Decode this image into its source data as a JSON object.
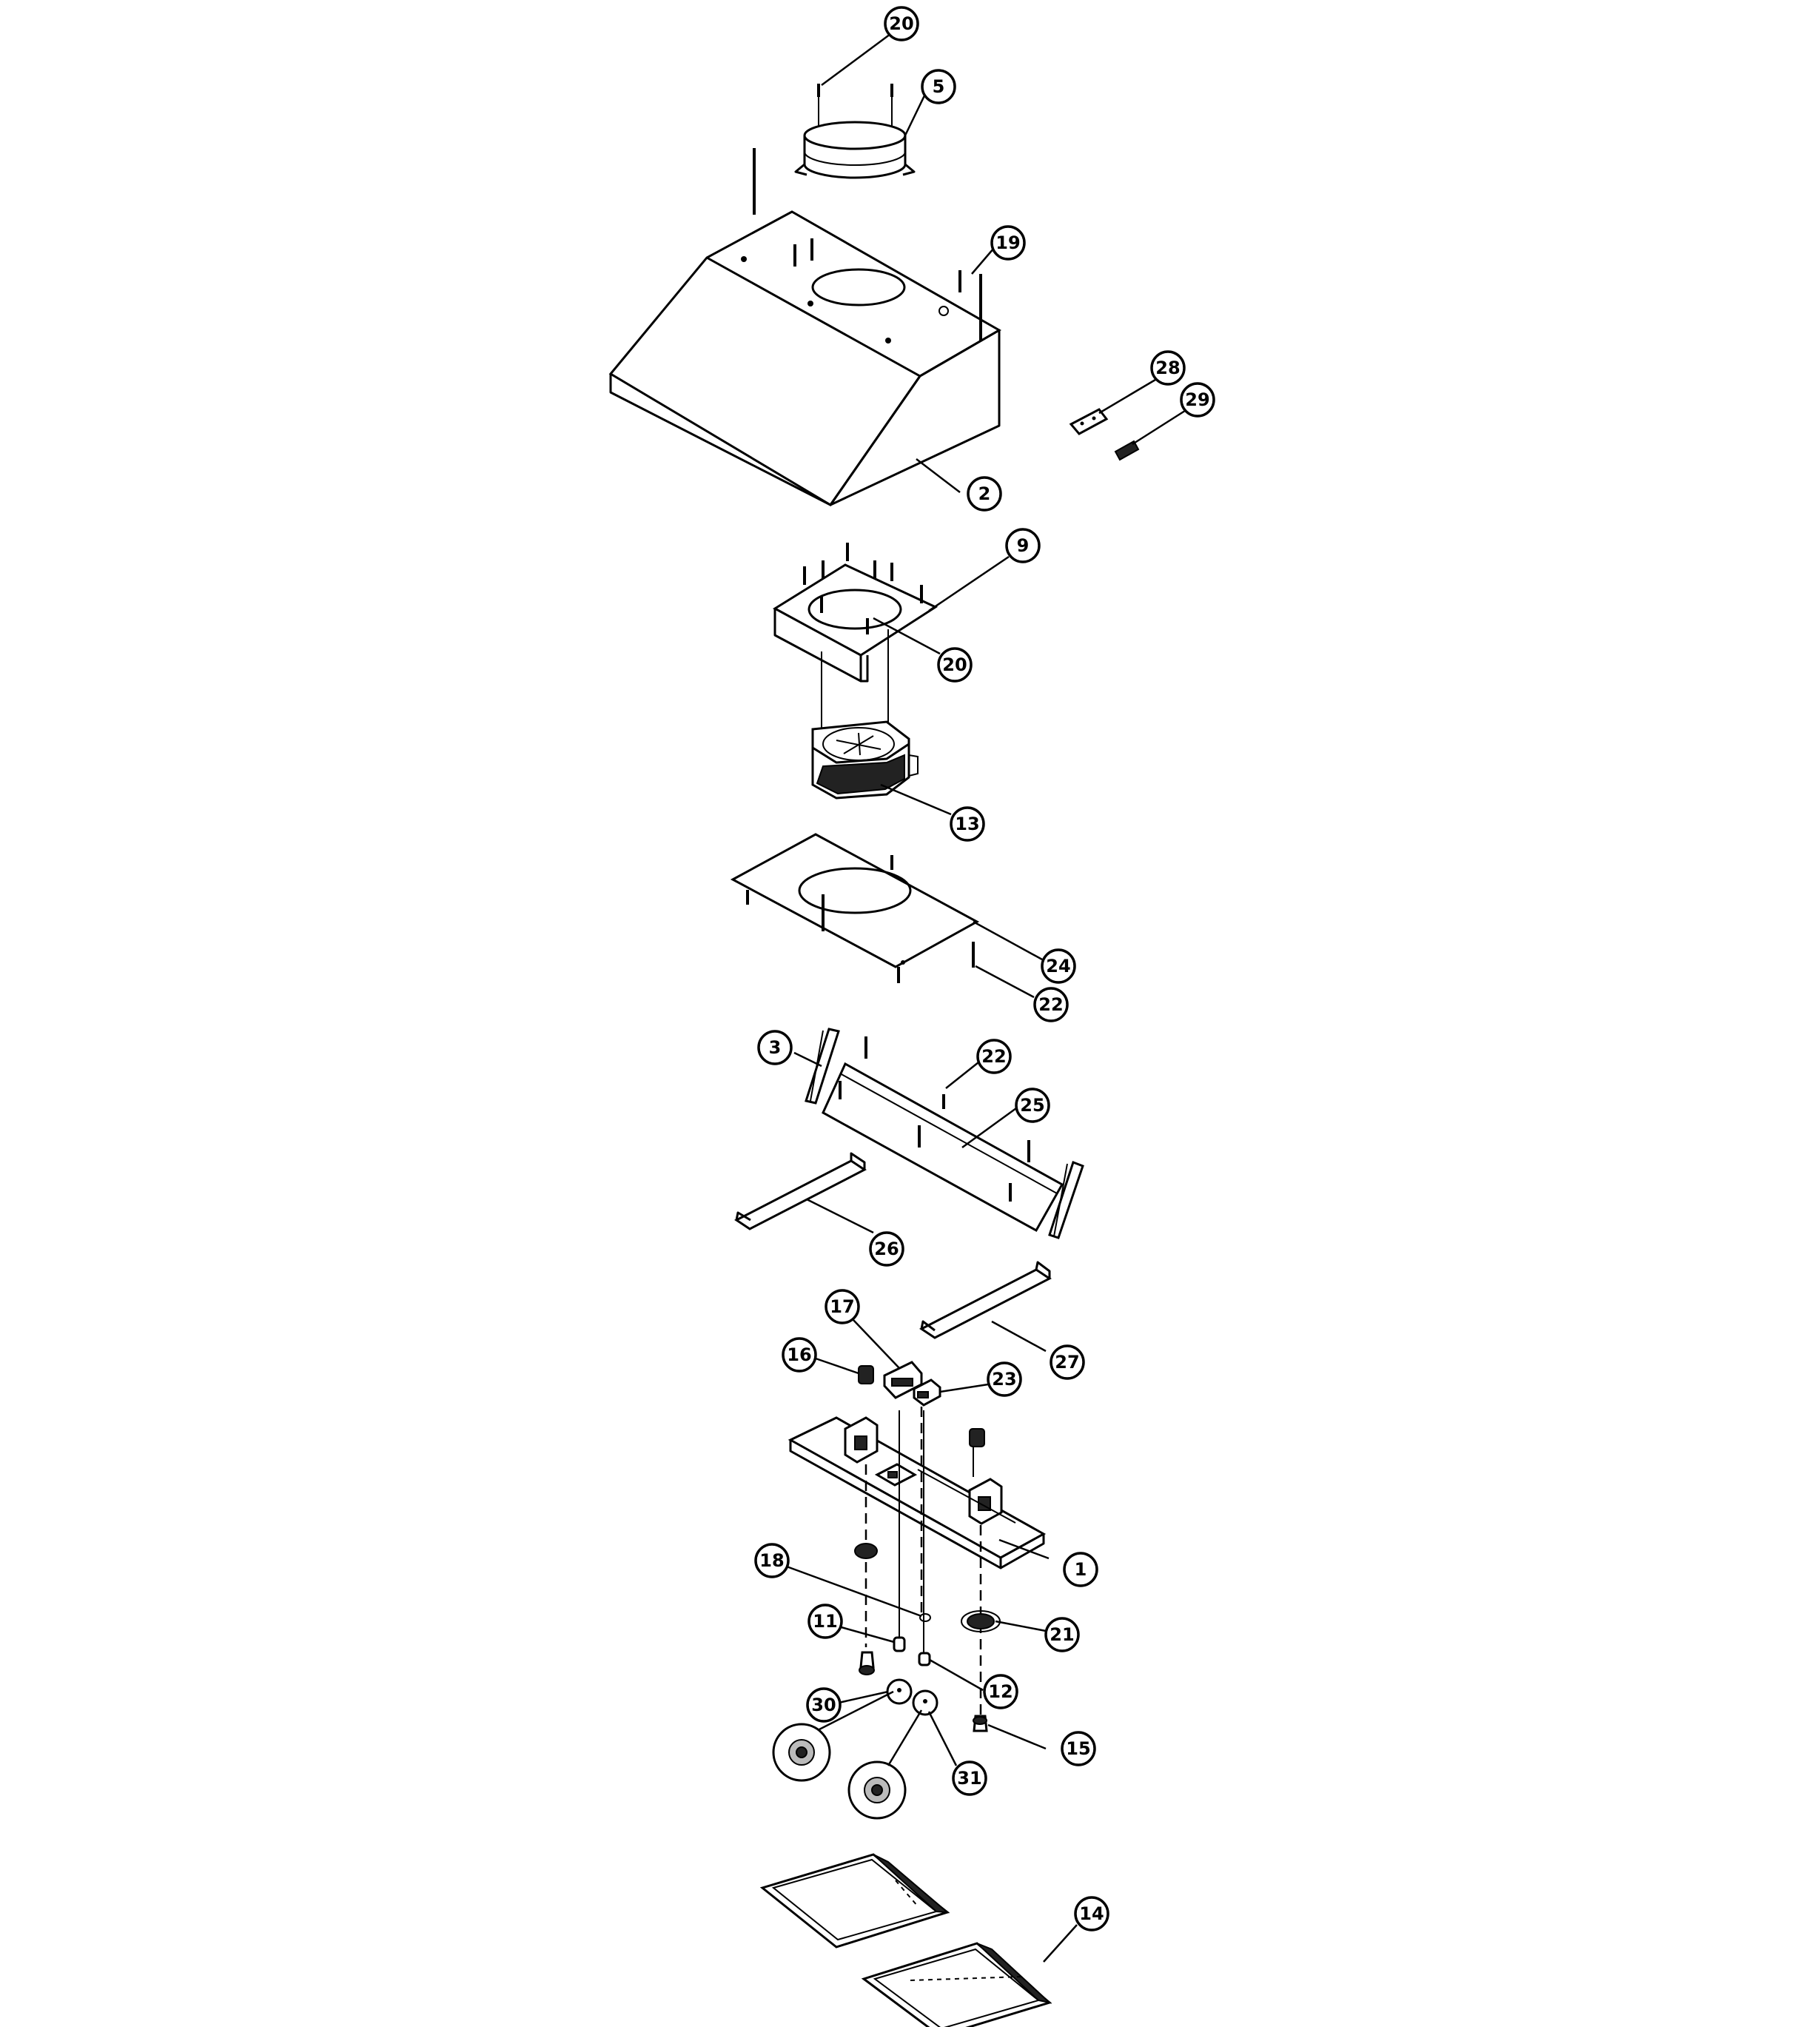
{
  "diagram": {
    "callouts": [
      {
        "id": "c20a",
        "label": "20"
      },
      {
        "id": "c5",
        "label": "5"
      },
      {
        "id": "c19",
        "label": "19"
      },
      {
        "id": "c28a",
        "label": "28"
      },
      {
        "id": "c29",
        "label": "29"
      },
      {
        "id": "c2",
        "label": "2"
      },
      {
        "id": "c9",
        "label": "9"
      },
      {
        "id": "c20b",
        "label": "20"
      },
      {
        "id": "c13",
        "label": "13"
      },
      {
        "id": "c24",
        "label": "24"
      },
      {
        "id": "c22a",
        "label": "22"
      },
      {
        "id": "c3",
        "label": "3"
      },
      {
        "id": "c22b",
        "label": "22"
      },
      {
        "id": "c25",
        "label": "25"
      },
      {
        "id": "c26",
        "label": "26"
      },
      {
        "id": "c27",
        "label": "27"
      },
      {
        "id": "c17",
        "label": "17"
      },
      {
        "id": "c16",
        "label": "16"
      },
      {
        "id": "c23",
        "label": "23"
      },
      {
        "id": "c1",
        "label": "1"
      },
      {
        "id": "c18",
        "label": "18"
      },
      {
        "id": "c11",
        "label": "11"
      },
      {
        "id": "c21",
        "label": "21"
      },
      {
        "id": "c12",
        "label": "12"
      },
      {
        "id": "c30",
        "label": "30"
      },
      {
        "id": "c15",
        "label": "15"
      },
      {
        "id": "c31",
        "label": "31"
      },
      {
        "id": "c14",
        "label": "14"
      }
    ]
  }
}
